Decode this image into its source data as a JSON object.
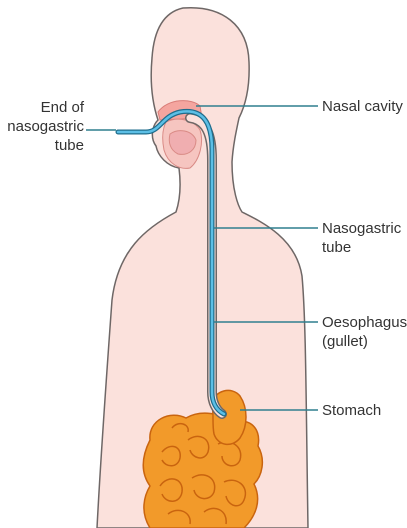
{
  "labels": {
    "end_of_tube": [
      "End of",
      "nasogastric",
      "tube"
    ],
    "nasal_cavity": [
      "Nasal cavity"
    ],
    "nasogastric_tube": [
      "Nasogastric",
      "tube"
    ],
    "oesophagus": [
      "Oesophagus",
      "(gullet)"
    ],
    "stomach": [
      "Stomach"
    ]
  },
  "colors": {
    "skin": "#fbe1dc",
    "outline": "#6e6766",
    "tube": "#3fa1c8",
    "leader": "#2f7f8e",
    "cavity": "#f4a59f",
    "intestine": "#f29a2a",
    "intestine_dark": "#c9640f"
  }
}
